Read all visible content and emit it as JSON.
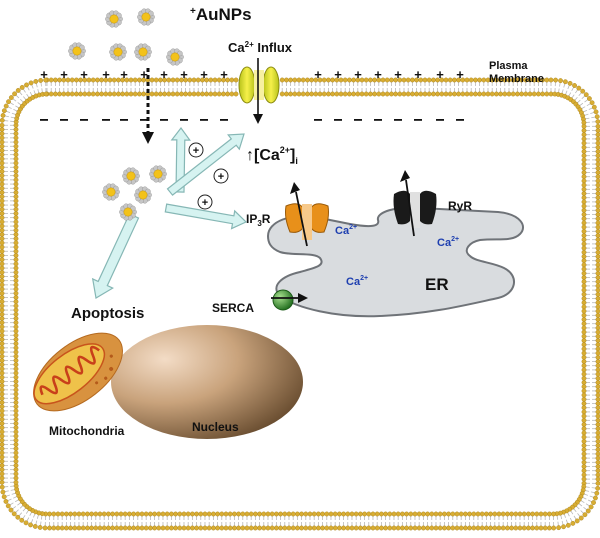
{
  "labels": {
    "aunp_sup": "+",
    "aunp_main": "AuNPs",
    "ca_influx_base": "Ca",
    "ca_influx_sup": "2+",
    "ca_influx_tail": " Influx",
    "plasma_membrane_line1": "Plasma",
    "plasma_membrane_line2": "Membrane",
    "cytosolic_up": "↑[Ca",
    "cytosolic_sup": "2+",
    "cytosolic_close": "]",
    "cytosolic_sub": "i",
    "ip3r_base": "IP",
    "ip3r_sub": "3",
    "ip3r_tail": "R",
    "ryr": "RyR",
    "ca_ip3r_base": "Ca",
    "ca_ip3r_sup": "2+",
    "ca_ryr_base": "Ca",
    "ca_ryr_sup": "2+",
    "ca_er_base": "Ca",
    "ca_er_sup": "2+",
    "er": "ER",
    "serca": "SERCA",
    "apoptosis": "Apoptosis",
    "mitochondria": "Mitochondria",
    "nucleus": "Nucleus",
    "plus_sign": "+"
  },
  "colors": {
    "membrane_head": "#d8ad33",
    "membrane_tail": "#b8b8b8",
    "arrow_fill": "#d6f3f1",
    "arrow_stroke": "#86b7b5",
    "er_fill": "#d9dcdf",
    "er_stroke": "#6f7378",
    "channel_orange": "#e8901a",
    "channel_black": "#1a1a1a",
    "serca_green": "#2f8a2a",
    "nanoparticle_petal": "#c6c6c6",
    "nanoparticle_core": "#f3c21a",
    "nucleus_light": "#f0d6be",
    "nucleus_dark": "#6a4d2d",
    "mito_outer": "#e8b84a",
    "mito_inner": "#c8541c",
    "ca_text": "#1e3fb0"
  }
}
